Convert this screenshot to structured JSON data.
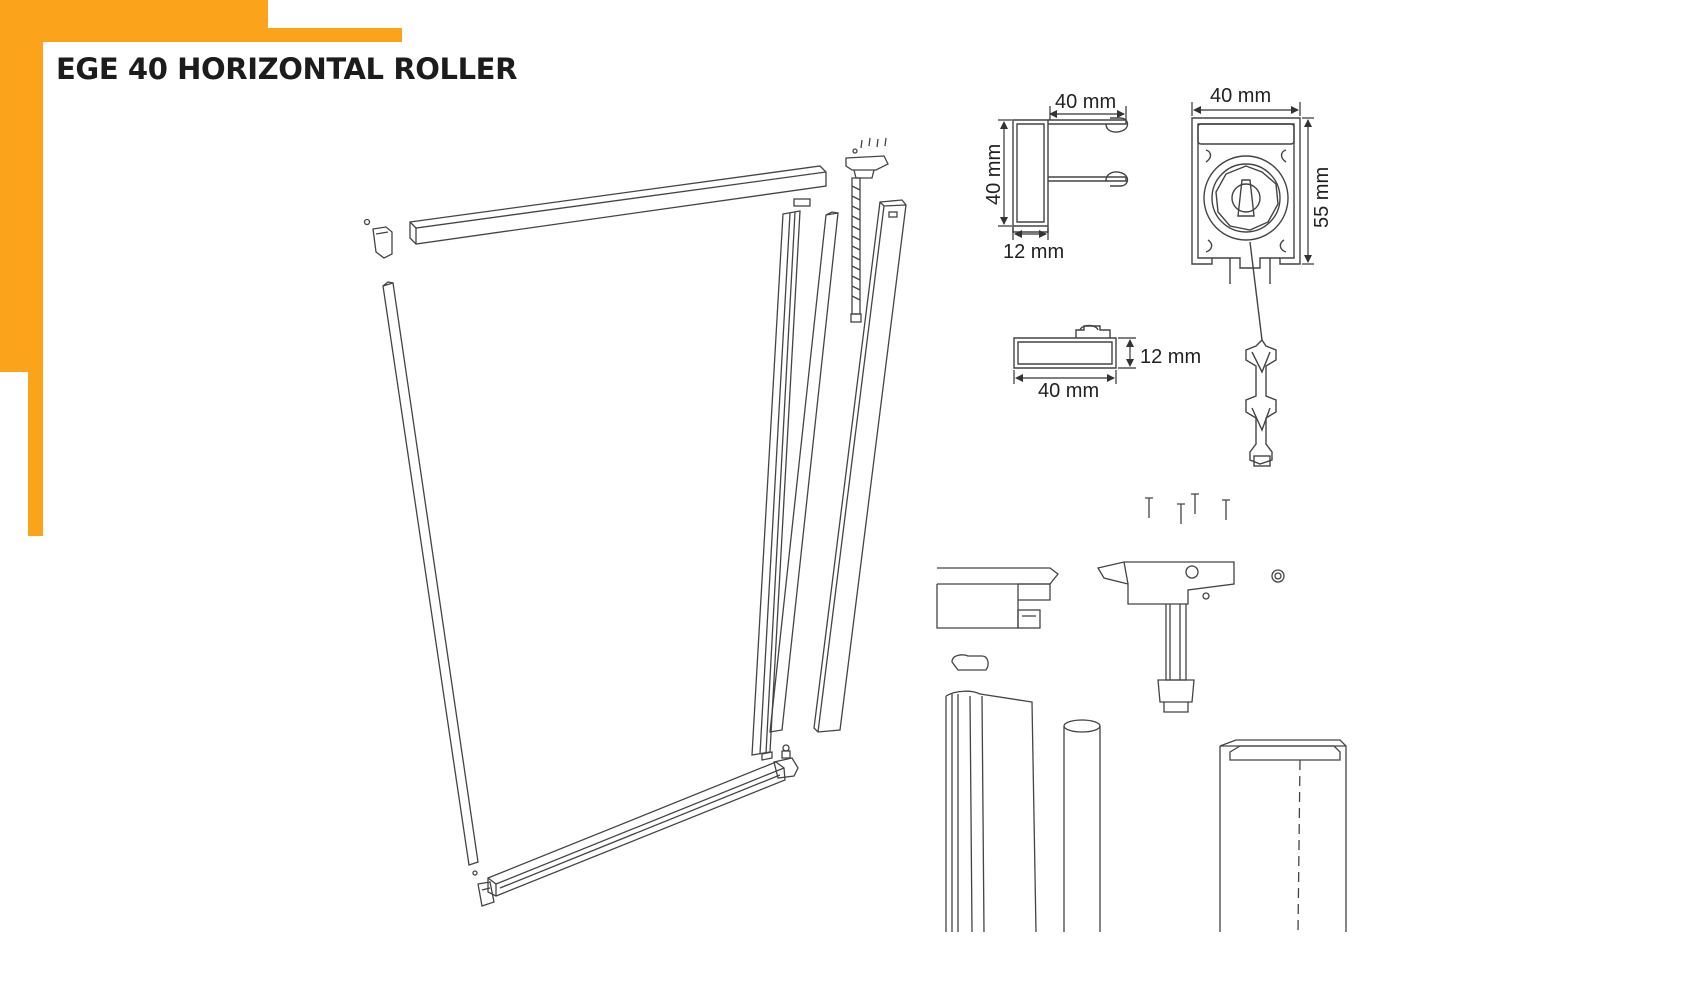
{
  "title": "EGE 40 HORIZONTAL ROLLER",
  "accent_color": "#FBA31B",
  "line_color": "#444444",
  "dimensions": {
    "side_profile": {
      "width": "40 mm",
      "height": "40 mm",
      "lip": "12 mm"
    },
    "cassette": {
      "width": "40 mm",
      "height": "55 mm"
    },
    "rail": {
      "height": "12 mm",
      "width": "40 mm"
    }
  }
}
